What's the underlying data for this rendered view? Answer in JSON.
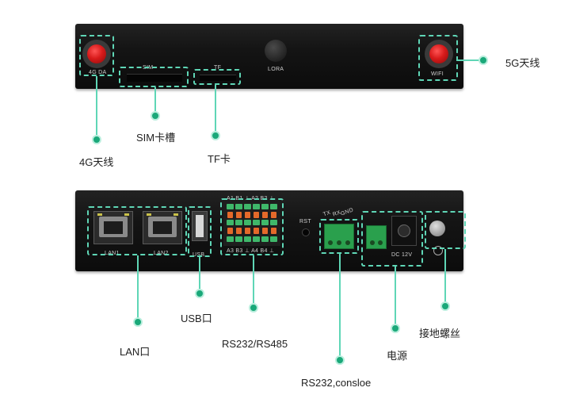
{
  "front": {
    "silk_4g": "4G DA",
    "silk_sim": "SIM",
    "silk_tf": "TF",
    "silk_lora": "LORA",
    "silk_wifi": "WIFI"
  },
  "back": {
    "silk_lan1": "LAN1",
    "silk_lan2": "LAN2",
    "silk_usb": "USB",
    "silk_top_terminals": "A1 B1 ⊥ A2 B2 ⊥",
    "silk_bottom_terminals": "A3 B3 ⊥ A4 B4 ⊥",
    "silk_rst": "RST",
    "silk_tx": "TX",
    "silk_rx": "RX",
    "silk_gnd": "GND",
    "silk_dc": "DC 12V"
  },
  "callouts": {
    "antenna_4g": "4G天线",
    "sim_slot": "SIM卡槽",
    "tf_card": "TF卡",
    "antenna_5g": "5G天线",
    "usb_port": "USB口",
    "lan_port": "LAN口",
    "rs_terminals": "RS232/RS485",
    "rs232_console": "RS232,consloe",
    "power": "电源",
    "ground_screw": "接地螺丝"
  },
  "colors": {
    "highlight": "#5fd6b6",
    "dot": "#1aa879",
    "antenna": "#d81b1b",
    "terminal_orange": "#e4692a",
    "terminal_green": "#2aa04d"
  }
}
